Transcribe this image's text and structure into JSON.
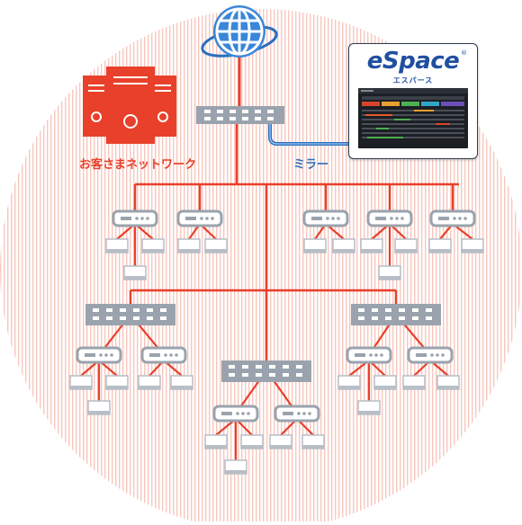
{
  "labels": {
    "office_network": "お客さまネットワーク",
    "mirror": "ミラー"
  },
  "product": {
    "logo_text": "eSpace",
    "registered_mark": "®",
    "kana": "エスパース"
  },
  "colors": {
    "link_red": "#e8402a",
    "mirror_blue": "#2a6fbf",
    "switch_gray": "#9aa3ad",
    "device_gray": "#b7bec6",
    "background_stripe": "#f7c7be"
  },
  "icons": {
    "internet": "globe-icon",
    "servers": "server-icon",
    "core_switch": "network-switch-icon",
    "monitor_screen": "dashboard-screen-icon"
  }
}
